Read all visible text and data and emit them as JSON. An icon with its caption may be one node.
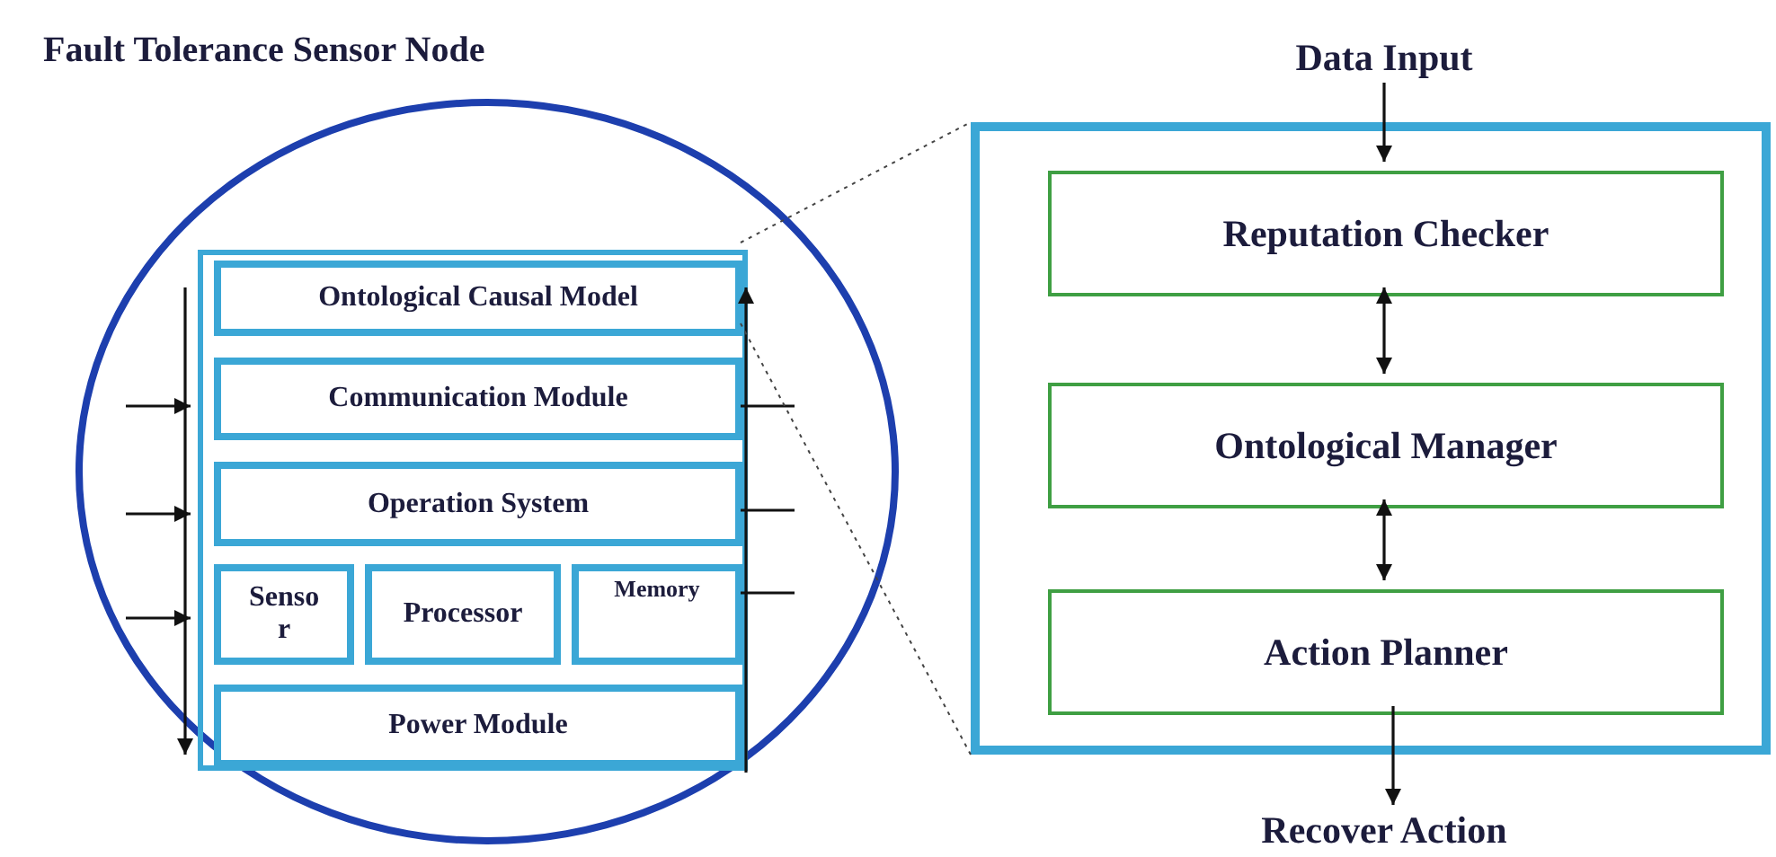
{
  "diagram": {
    "nodes": [
      {
        "text": [
          "Fault Tolerance Sensor Node"
        ]
      },
      {
        "text": [],
        "shape": "box",
        "in": 0
      },
      {
        "text": [
          "Ontological Causal Model"
        ],
        "in": 1
      },
      {
        "text": [
          "Communication Module"
        ],
        "in": 1
      },
      {
        "text": [
          "Operation System"
        ],
        "in": 1
      },
      {
        "text": [
          "Senso r"
        ],
        "in": 1
      },
      {
        "text": [
          "Processor"
        ],
        "in": 1
      },
      {
        "text": [
          "Memory"
        ],
        "in": 1
      },
      {
        "text": [
          "Power Module"
        ],
        "in": 1
      },
      {
        "text": [],
        "shape": "box"
      },
      {
        "text": [
          "Reputation Checker"
        ],
        "in": 9
      },
      {
        "text": [
          "Ontological Manager"
        ],
        "in": 9
      },
      {
        "text": [
          "Action Planner"
        ],
        "in": 9
      },
      {
        "text": [
          "Data Input"
        ]
      },
      {
        "text": [
          "Recover Action"
        ]
      }
    ],
    "edges": [
      {
        "from": 13,
        "to": 10,
        "arrow": "to"
      },
      {
        "from": 10,
        "to": 11,
        "arrow": "both"
      },
      {
        "from": 11,
        "to": 12,
        "arrow": "both"
      },
      {
        "from": 12,
        "to": 14,
        "arrow": "to"
      },
      {
        "from": null,
        "to": 1,
        "arrow": "to"
      },
      {
        "from": null,
        "to": 1,
        "arrow": "to"
      },
      {
        "from": null,
        "to": 1,
        "arrow": "to"
      },
      {
        "from": 1,
        "to": null,
        "arrow": "none"
      },
      {
        "from": 1,
        "to": null,
        "arrow": "none"
      },
      {
        "from": 1,
        "to": null,
        "arrow": "none"
      },
      {
        "from": 2,
        "to": 8,
        "arrow": "to"
      },
      {
        "from": 8,
        "to": 2,
        "arrow": "to"
      },
      {
        "from": 1,
        "to": 9,
        "arrow": "none",
        "style": "dashed"
      },
      {
        "from": 1,
        "to": 9,
        "arrow": "none",
        "style": "dashed"
      }
    ]
  }
}
